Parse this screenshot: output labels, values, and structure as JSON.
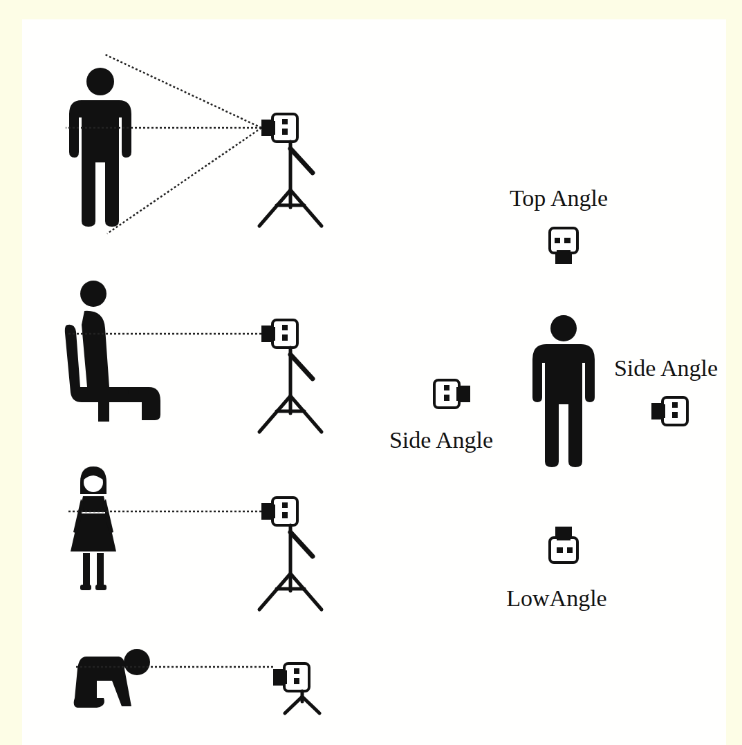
{
  "diagram": {
    "labels": [
      "Top Angle",
      "Side Angle",
      "Side Angle",
      "LowAngle"
    ]
  }
}
